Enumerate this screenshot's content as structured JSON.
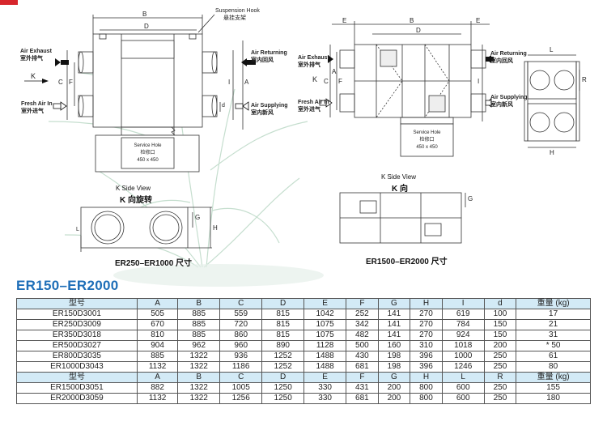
{
  "left_drawing": {
    "dims": [
      "B",
      "D",
      "C",
      "F",
      "A",
      "I",
      "d"
    ],
    "hook_label_en": "Suspension Hook",
    "hook_label_cn": "悬挂支架",
    "exhaust_en": "Air Exhaust",
    "exhaust_cn": "室外排气",
    "fresh_en": "Fresh Air In",
    "fresh_cn": "室外进气",
    "returning_en": "Air Returning",
    "returning_cn": "室内回风",
    "supplying_en": "Air Supplying",
    "supplying_cn": "室内新风",
    "k_arrow": "K",
    "service_en": "Service Hole",
    "service_cn": "检修口",
    "service_size": "450 x 450"
  },
  "left_side_view": {
    "caption_en": "K Side View",
    "caption_cn": "K 向旋转",
    "dims": [
      "G",
      "H",
      "L"
    ],
    "model_range": "ER250–ER1000 尺寸"
  },
  "right_drawing": {
    "dims": [
      "E",
      "B",
      "D",
      "E",
      "C",
      "A",
      "F",
      "I"
    ],
    "exhaust_en": "Air Exhaust",
    "exhaust_cn": "室外排气",
    "fresh_en": "Fresh Air In",
    "fresh_cn": "室外进气",
    "returning_en": "Air Returning",
    "returning_cn": "室内回风",
    "supplying_en": "Air Supplying",
    "supplying_cn": "室内新风",
    "k_arrow": "K",
    "service_en": "Service Hole",
    "service_cn": "检修口",
    "service_size": "450 x 450"
  },
  "right_end_view": {
    "dims": [
      "L",
      "R",
      "H"
    ]
  },
  "right_side_view": {
    "caption_en": "K Side View",
    "caption_cn": "K 向",
    "dims": [
      "G"
    ],
    "model_range": "ER1500–ER2000 尺寸"
  },
  "title": "ER150–ER2000",
  "table1": {
    "header": [
      "型号",
      "A",
      "B",
      "C",
      "D",
      "E",
      "F",
      "G",
      "H",
      "I",
      "d",
      "重量 (kg)"
    ],
    "rows": [
      [
        "ER150D3001",
        "505",
        "885",
        "559",
        "815",
        "1042",
        "252",
        "141",
        "270",
        "619",
        "100",
        "17"
      ],
      [
        "ER250D3009",
        "670",
        "885",
        "720",
        "815",
        "1075",
        "342",
        "141",
        "270",
        "784",
        "150",
        "21"
      ],
      [
        "ER350D3018",
        "810",
        "885",
        "860",
        "815",
        "1075",
        "482",
        "141",
        "270",
        "924",
        "150",
        "31"
      ],
      [
        "ER500D3027",
        "904",
        "962",
        "960",
        "890",
        "1128",
        "500",
        "160",
        "310",
        "1018",
        "200",
        "* 50"
      ],
      [
        "ER800D3035",
        "885",
        "1322",
        "936",
        "1252",
        "1488",
        "430",
        "198",
        "396",
        "1000",
        "250",
        "61"
      ],
      [
        "ER1000D3043",
        "1132",
        "1322",
        "1186",
        "1252",
        "1488",
        "681",
        "198",
        "396",
        "1246",
        "250",
        "80"
      ]
    ]
  },
  "table2": {
    "header": [
      "型号",
      "A",
      "B",
      "C",
      "D",
      "E",
      "F",
      "G",
      "H",
      "L",
      "R",
      "重量 (kg)"
    ],
    "rows": [
      [
        "ER1500D3051",
        "882",
        "1322",
        "1005",
        "1250",
        "330",
        "431",
        "200",
        "800",
        "600",
        "250",
        "155"
      ],
      [
        "ER2000D3059",
        "1132",
        "1322",
        "1256",
        "1250",
        "330",
        "681",
        "200",
        "800",
        "600",
        "250",
        "180"
      ]
    ]
  },
  "colors": {
    "title": "#1f6fb8",
    "header_bg": "#d3eaf6",
    "accent": "#d7262c",
    "plant": "#9fc7b0"
  }
}
